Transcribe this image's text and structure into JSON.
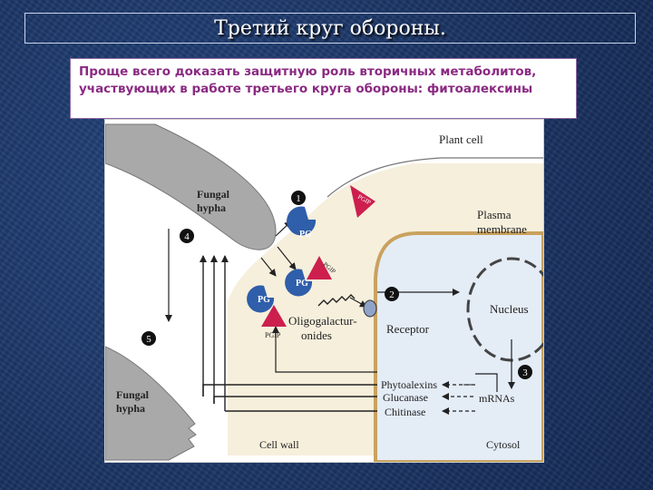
{
  "slide": {
    "title": "Третий  круг обороны.",
    "callout": "Проще всего доказать защитную роль вторичных метаболитов, участвующих в работе третьего круга обороны:  фитоалексины"
  },
  "diagram": {
    "plant_cell": "Plant cell",
    "fungal_hypha_top_1": "Fungal",
    "fungal_hypha_top_2": "hypha",
    "fungal_hypha_bottom_1": "Fungal",
    "fungal_hypha_bottom_2": "hypha",
    "plasma_membrane_1": "Plasma",
    "plasma_membrane_2": "membrane",
    "nucleus": "Nucleus",
    "receptor": "Receptor",
    "oligo_1": "Oligogalactur-",
    "oligo_2": "onides",
    "pg": "PG",
    "pgip": "PGIP",
    "phytoalexins": "Phytoalexins",
    "glucanase": "Glucanase",
    "chitinase": "Chitinase",
    "mrnas": "mRNAs",
    "cell_wall": "Cell wall",
    "cytosol": "Cytosol",
    "steps": [
      "1",
      "2",
      "3",
      "4",
      "5"
    ]
  },
  "colors": {
    "background": "#1b3566",
    "callout_text": "#8a2a82",
    "cell_wall": "#f6efdc",
    "cytosol": "#e4ecf6",
    "pg": "#2f5eaa",
    "pgip": "#cc1f4e",
    "hypha": "#a9a9a9"
  }
}
